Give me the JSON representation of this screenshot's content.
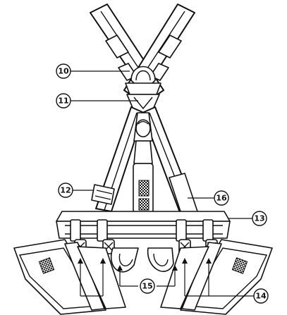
{
  "diagram": {
    "callouts": [
      {
        "id": "callout-10",
        "label": "10"
      },
      {
        "id": "callout-11",
        "label": "11"
      },
      {
        "id": "callout-12",
        "label": "12"
      },
      {
        "id": "callout-13",
        "label": "13"
      },
      {
        "id": "callout-14",
        "label": "14"
      },
      {
        "id": "callout-15",
        "label": "15"
      },
      {
        "id": "callout-16",
        "label": "16"
      }
    ],
    "colors": {
      "ink": "#111111",
      "paper": "#ffffff",
      "webbing": "#1a1a1a"
    }
  }
}
